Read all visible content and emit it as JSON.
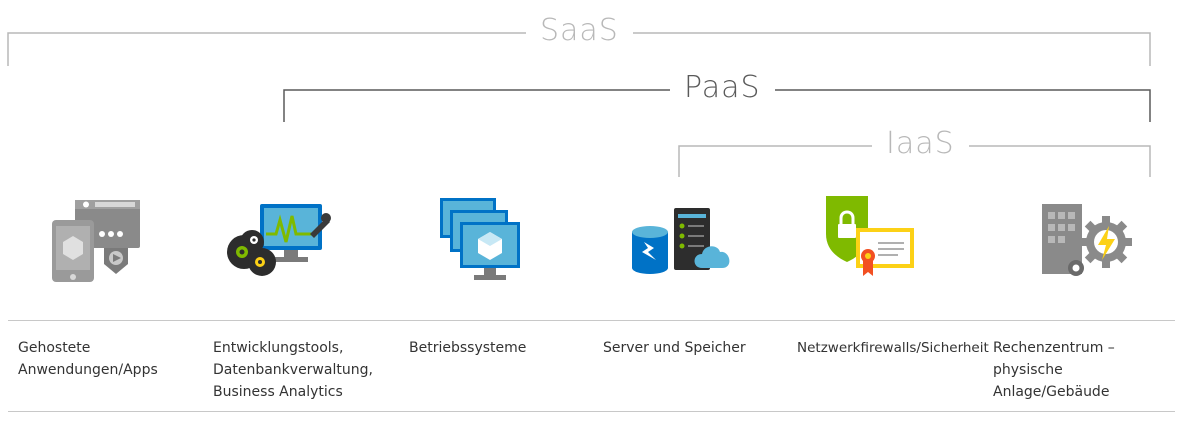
{
  "tiers": {
    "saas": "SaaS",
    "paas": "PaaS",
    "iaas": "IaaS"
  },
  "layers": [
    {
      "label": "Gehostete Anwendungen/Apps",
      "icon": "hosted-apps-icon"
    },
    {
      "label": "Entwicklungstools, Datenbankverwaltung, Business Analytics",
      "icon": "dev-tools-icon"
    },
    {
      "label": "Betriebssysteme",
      "icon": "operating-systems-icon"
    },
    {
      "label": "Server und Speicher",
      "icon": "server-storage-icon"
    },
    {
      "label": "Netzwerkfirewalls/Sicherheit",
      "icon": "firewall-security-icon"
    },
    {
      "label": "Rechenzentrum – physische Anlage/Gebäude",
      "icon": "datacenter-icon"
    }
  ],
  "colors": {
    "saas_line": "#b8b8b8",
    "paas_line": "#5a5a5a",
    "iaas_line": "#b8b8b8",
    "azure_blue": "#0072c6",
    "light_blue": "#59b4d9",
    "green": "#7fba00",
    "yellow": "#fcd116",
    "gray": "#7a7a7a"
  }
}
